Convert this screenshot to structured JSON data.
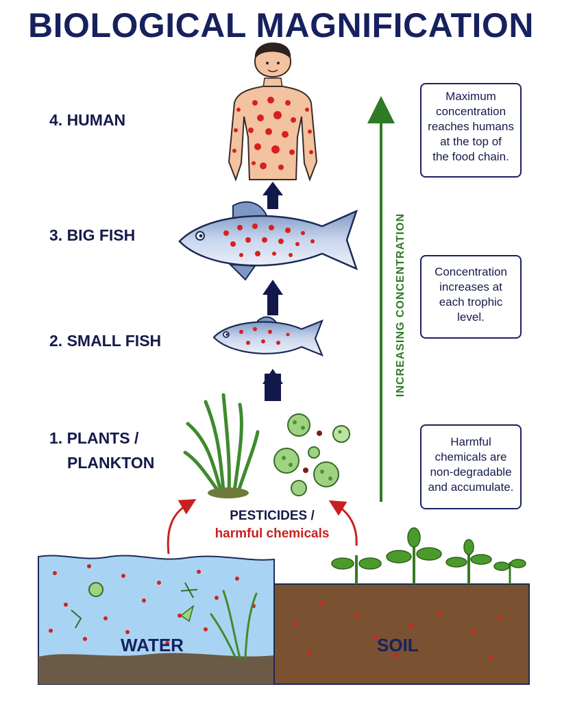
{
  "title": "BIOLOGICAL MAGNIFICATION",
  "levels": [
    {
      "label": "4. HUMAN"
    },
    {
      "label": "3. BIG FISH"
    },
    {
      "label": "2. SMALL FISH"
    },
    {
      "label_line1": "1. PLANTS /",
      "label_line2": "PLANKTON"
    }
  ],
  "axis_label": "INCREASING CONCENTRATION",
  "notes": [
    {
      "lines": [
        "Maximum",
        "concentration",
        "reaches humans",
        "at the top of",
        "the food chain."
      ]
    },
    {
      "lines": [
        "Concentration",
        "increases at",
        "each trophic",
        "level."
      ]
    },
    {
      "lines": [
        "Harmful",
        "chemicals are",
        "non-degradable",
        "and accumulate."
      ]
    }
  ],
  "source_label": {
    "line1": "PESTICIDES /",
    "line2": "harmful chemicals"
  },
  "ground": {
    "water": "WATER",
    "soil": "SOIL"
  },
  "colors": {
    "navy": "#16215e",
    "green_arrow": "#2f7a25",
    "toxin_red": "#d6211d",
    "water": "#a9d3f2",
    "soil": "#7a5232"
  }
}
